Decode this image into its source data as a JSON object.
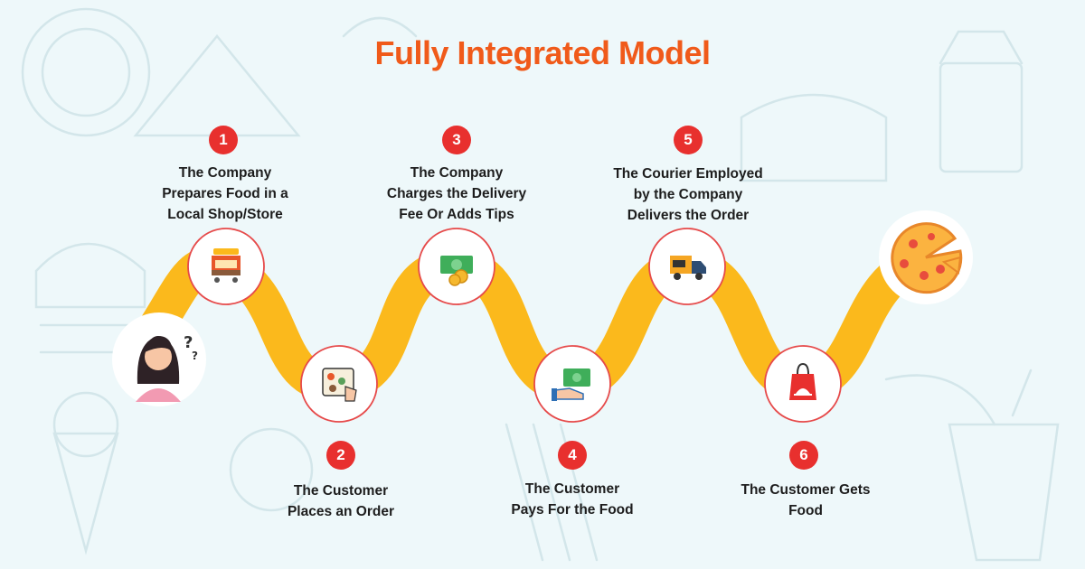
{
  "title": "Fully Integrated Model",
  "colors": {
    "title": "#f05a1a",
    "path": "#fbb91c",
    "badge": "#e8302e",
    "ring": "#e64a4a",
    "background": "#eef8fa"
  },
  "steps": [
    {
      "number": "1",
      "lines": [
        "The Company",
        "Prepares Food in a",
        "Local Shop/Store"
      ],
      "icon": "food-stall-icon"
    },
    {
      "number": "2",
      "lines": [
        "The Customer",
        "Places an Order"
      ],
      "icon": "tap-order-icon"
    },
    {
      "number": "3",
      "lines": [
        "The Company",
        "Charges the Delivery",
        "Fee Or Adds Tips"
      ],
      "icon": "cash-coins-icon"
    },
    {
      "number": "4",
      "lines": [
        "The Customer",
        "Pays For the Food"
      ],
      "icon": "hand-payment-icon"
    },
    {
      "number": "5",
      "lines": [
        "The Courier Employed",
        "by the Company",
        "Delivers the Order"
      ],
      "icon": "delivery-truck-icon"
    },
    {
      "number": "6",
      "lines": [
        "The Customer Gets",
        "Food"
      ],
      "icon": "shopping-bag-icon"
    }
  ],
  "start_icon": "thinking-woman-icon",
  "end_icon": "pizza-icon"
}
